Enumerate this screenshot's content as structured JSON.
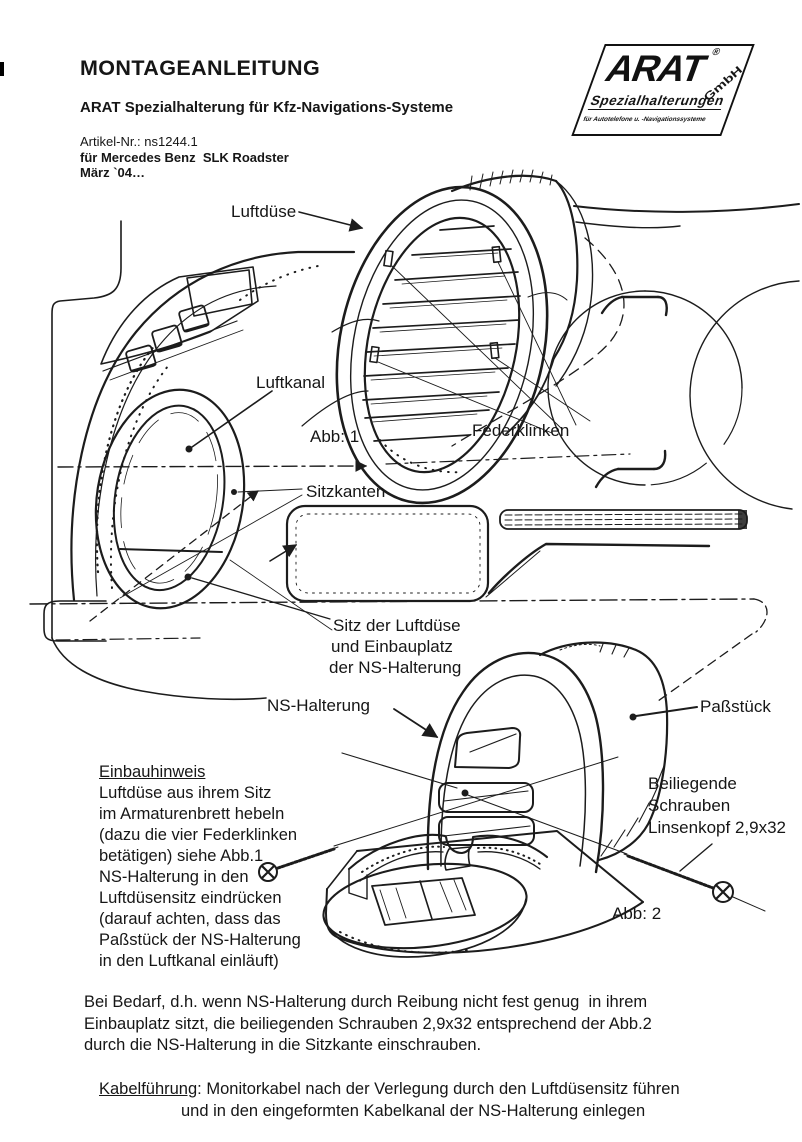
{
  "header": {
    "title": "MONTAGEANLEITUNG",
    "subtitle": "ARAT Spezialhalterung für Kfz-Navigations-Systeme",
    "article_no": "Artikel-Nr.: ns1244.1",
    "vehicle": "für Mercedes Benz  SLK Roadster",
    "date": "März `04…"
  },
  "logo": {
    "brand": "ARAT",
    "registered": "®",
    "suffix": "GmbH",
    "line1": "Spezialhalterungen",
    "line2": "für Autotelefone u. -Navigationssysteme"
  },
  "figure1": {
    "caption": "Abb: 1",
    "labels": {
      "luftduese": "Luftdüse",
      "luftkanal": "Luftkanal",
      "federklinken": "Federklinken",
      "sitzkanten": "Sitzkanten",
      "sitz_line1": "Sitz der Luftdüse",
      "sitz_line2": "und Einbauplatz",
      "sitz_line3": "der NS-Halterung"
    }
  },
  "figure2": {
    "caption": "Abb: 2",
    "labels": {
      "ns_halterung": "NS-Halterung",
      "passstueck": "Paßstück",
      "schrauben_line1": "Beiliegende",
      "schrauben_line2": "Schrauben",
      "schrauben_line3": "Linsenkopf 2,9x32"
    }
  },
  "einbauhinweis": {
    "heading": "Einbauhinweis",
    "body": "Luftdüse aus ihrem Sitz\nim Armaturenbrett hebeln\n(dazu die vier Federklinken\nbetätigen) siehe Abb.1\nNS-Halterung in den\nLuftdüsensitz eindrücken\n(darauf achten, dass das\nPaßstück der NS-Halterung\nin den Luftkanal einläuft)"
  },
  "paragraph_bedarf": "Bei Bedarf, d.h. wenn NS-Halterung durch Reibung nicht fest genug  in ihrem\nEinbauplatz sitzt, die beiliegenden Schrauben 2,9x32 entsprechend der Abb.2\ndurch die NS-Halterung in die Sitzkante einschrauben.",
  "kabelfuehrung": {
    "heading": "Kabelführung",
    "line1": ": Monitorkabel nach der Verlegung durch den Luftdüsensitz führen",
    "line2": "und in den eingeformten Kabelkanal der NS-Halterung einlegen"
  }
}
